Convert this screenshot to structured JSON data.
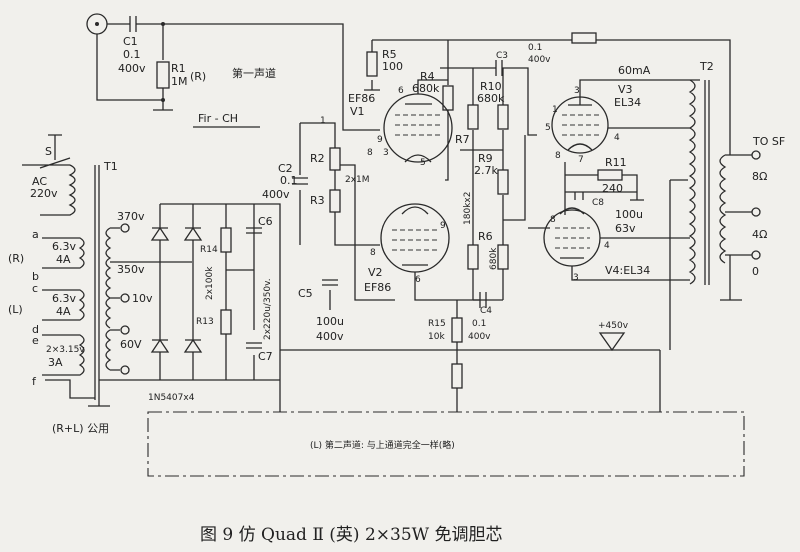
{
  "labels": {
    "c1": "C1",
    "c1_val": "0.1",
    "c1_v": "400v",
    "r1": "R1",
    "r1_val": "1M",
    "r1_ch": "(R)",
    "ch1": "第一声道",
    "fir_ch": "Fir - CH",
    "s": "S",
    "ac": "AC",
    "ac_v": "220v",
    "t1": "T1",
    "a": "a",
    "b": "b",
    "c": "c",
    "d": "d",
    "e": "e",
    "f": "f",
    "r_ch": "(R)",
    "l_ch": "(L)",
    "h1": "6.3v",
    "h1a": "4A",
    "h2": "6.3v",
    "h2a": "4A",
    "h3": "2×3.15v",
    "h3a": "3A",
    "v370": "370v",
    "v350": "350v",
    "v10": "10v",
    "v60": "60V",
    "r14": "R14",
    "r13": "R13",
    "r1314": "2x100k",
    "c6": "C6",
    "c7": "C7",
    "c67": "2x220u/350v.",
    "diodes": "1N5407x4",
    "common": "(R+L) 公用",
    "c2": "C2",
    "c2_val": "0.1",
    "c2_v": "400v",
    "r2": "R2",
    "r3": "R3",
    "r23": "2x1M",
    "r5": "R5",
    "r5_val": "100",
    "ef86_1": "EF86",
    "v1": "V1",
    "r4": "R4",
    "r4_val": "680k",
    "r10": "R10",
    "r10_val": "680k",
    "c3": "C3",
    "c3_val": "0.1",
    "c3_v": "400v",
    "r7": "R7",
    "r9": "R9",
    "r9_val": "2.7k",
    "r78": "180kx2",
    "r6": "R6",
    "r6_val": "680k",
    "v2": "V2",
    "ef86_2": "EF86",
    "c5": "C5",
    "c5_val": "100u",
    "c5_v": "400v",
    "c4": "C4",
    "c4_val": "0.1",
    "c4_v": "400v",
    "r15": "R15",
    "r15_val": "10k",
    "b450": "+450v",
    "ma": "60mA",
    "v3": "V3",
    "el34": "EL34",
    "r11": "R11",
    "r11_val": "240",
    "c8": "C8",
    "c8_val": "100u",
    "c8_v": "63v",
    "v4": "V4:EL34",
    "t2": "T2",
    "to_sp": "TO SF",
    "o8": "8Ω",
    "o4": "4Ω",
    "o0": "0",
    "p1": "1",
    "p9": "9",
    "p8": "8",
    "p3": "3",
    "p6": "6",
    "p5": "5",
    "p4": "4",
    "p7": "7"
  },
  "second_channel": "(L) 第二声道: 与上通道完全一样(略)",
  "caption": "图 9   仿 Quad Ⅱ (英) 2×35W 免调胆芯"
}
